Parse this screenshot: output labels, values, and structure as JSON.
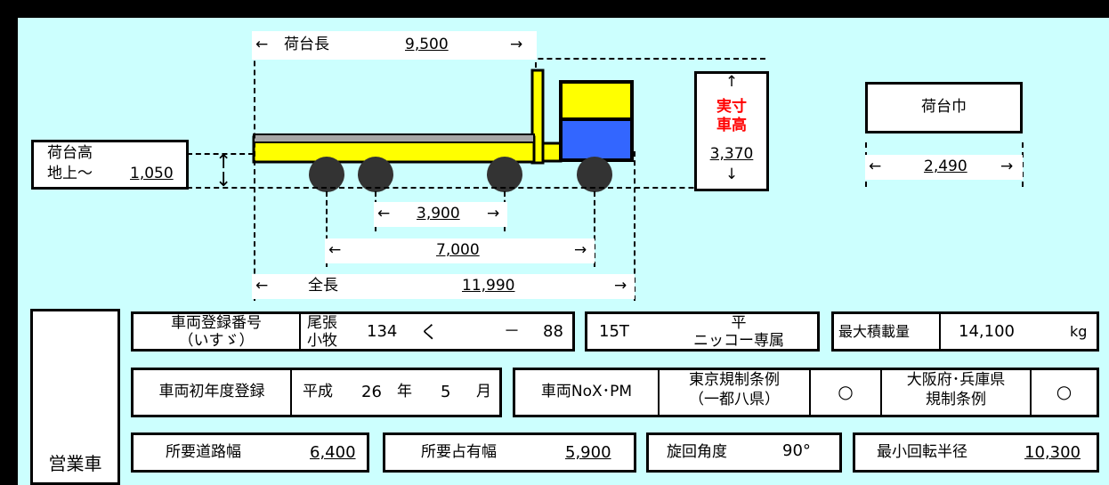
{
  "dimensions": {
    "bed_length_label": "荷台長",
    "bed_length_value": "9,500",
    "actual_height_line1": "実寸",
    "actual_height_line2": "車高",
    "actual_height_value": "3,370",
    "bed_width_label": "荷台巾",
    "bed_width_value": "2,490",
    "bed_height_line1": "荷台高",
    "bed_height_line2": "地上～",
    "bed_height_value": "1,050",
    "wheelbase_rear_value": "3,900",
    "wheelbase_value": "7,000",
    "total_length_label": "全長",
    "total_length_value": "11,990",
    "arrow_left": "←",
    "arrow_right": "→",
    "arrow_up": "↑",
    "arrow_down": "↓"
  },
  "spec": {
    "category": "営業車",
    "reg_label_line1": "車両登録番号",
    "reg_label_line2": "（いすゞ）",
    "reg_area_line1": "尾張",
    "reg_area_line2": "小牧",
    "reg_class": "134",
    "reg_kana": "く",
    "reg_dash": "－",
    "reg_number": "88",
    "tonnage": "15T",
    "body_line1": "平",
    "body_line2": "ニッコー専属",
    "max_load_label": "最大積載量",
    "max_load_value": "14,100",
    "max_load_unit": "kg",
    "first_reg_label": "車両初年度登録",
    "first_reg_era": "平成",
    "first_reg_year": "26",
    "first_reg_year_unit": "年",
    "first_reg_month": "5",
    "first_reg_month_unit": "月",
    "nox_label": "車両NoX･PM",
    "tokyo_line1": "東京規制条例",
    "tokyo_line2": "（一都八県）",
    "tokyo_value": "○",
    "osaka_line1": "大阪府･兵庫県",
    "osaka_line2": "規制条例",
    "osaka_value": "○",
    "road_width_label": "所要道路幅",
    "road_width_value": "6,400",
    "occupied_width_label": "所要占有幅",
    "occupied_width_value": "5,900",
    "turn_angle_label": "旋回角度",
    "turn_angle_value": "90°",
    "min_radius_label": "最小回転半径",
    "min_radius_value": "10,300"
  },
  "colors": {
    "background": "#ccfffe",
    "truck_bed": "#ffff00",
    "bed_top": "#a6a6a6",
    "cab_upper": "#ffff00",
    "cab_lower": "#3366ff",
    "wheel": "#333333",
    "highlight_text": "#ff0000"
  }
}
